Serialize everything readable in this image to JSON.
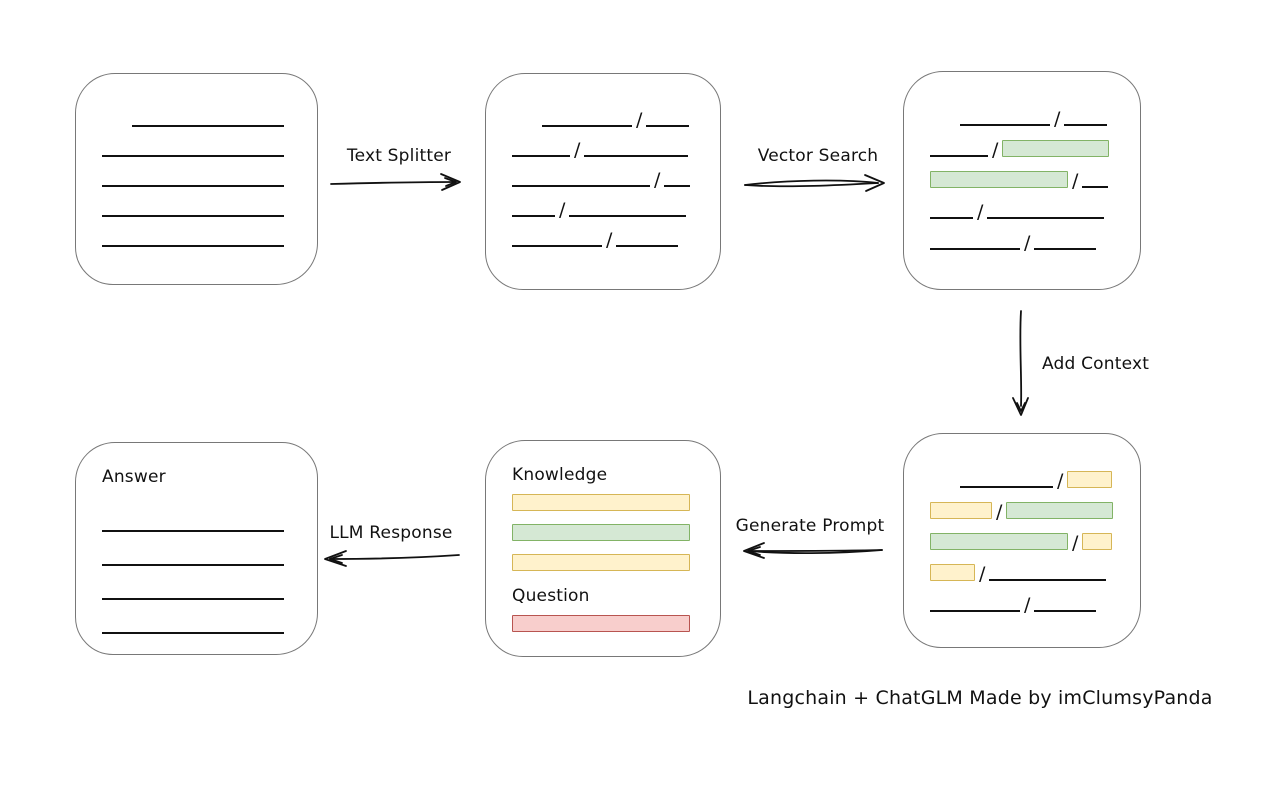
{
  "caption": "Langchain + ChatGLM Made by imClumsyPanda",
  "slash": "/",
  "colors": {
    "green_fill": "#d5e8d4",
    "green_border": "#82b366",
    "yellow_fill": "#fff2cc",
    "yellow_border": "#d6b656",
    "red_fill": "#f8cecc",
    "red_border": "#b85450",
    "box_border": "#787878",
    "line_color": "#111111"
  },
  "arrows": {
    "text_splitter": {
      "label": "Text Splitter",
      "direction": "right"
    },
    "vector_search": {
      "label": "Vector Search",
      "direction": "right"
    },
    "add_context": {
      "label": "Add Context",
      "direction": "down"
    },
    "generate_prompt": {
      "label": "Generate Prompt",
      "direction": "left"
    },
    "llm_response": {
      "label": "LLM Response",
      "direction": "left"
    }
  },
  "boxes": {
    "source_document": {
      "rows": [
        {
          "ind": 30,
          "segs": [
            {
              "k": "line",
              "w": 152
            }
          ]
        },
        {
          "segs": [
            {
              "k": "line",
              "w": 182
            }
          ]
        },
        {
          "segs": [
            {
              "k": "line",
              "w": 182
            }
          ]
        },
        {
          "segs": [
            {
              "k": "line",
              "w": 182
            }
          ]
        },
        {
          "segs": [
            {
              "k": "line",
              "w": 182
            }
          ]
        }
      ]
    },
    "split_chunks": {
      "rows": [
        {
          "ind": 30,
          "segs": [
            {
              "k": "line",
              "w": 90
            },
            {
              "k": "line",
              "w": 43
            }
          ]
        },
        {
          "segs": [
            {
              "k": "line",
              "w": 58
            },
            {
              "k": "line",
              "w": 104
            }
          ]
        },
        {
          "segs": [
            {
              "k": "line",
              "w": 138
            },
            {
              "k": "line",
              "w": 26
            }
          ]
        },
        {
          "segs": [
            {
              "k": "line",
              "w": 43
            },
            {
              "k": "line",
              "w": 117
            }
          ]
        },
        {
          "segs": [
            {
              "k": "line",
              "w": 90
            },
            {
              "k": "line",
              "w": 62
            }
          ]
        }
      ]
    },
    "matched_chunks": {
      "rows": [
        {
          "ind": 30,
          "segs": [
            {
              "k": "line",
              "w": 90
            },
            {
              "k": "line",
              "w": 43
            }
          ]
        },
        {
          "segs": [
            {
              "k": "line",
              "w": 58
            },
            {
              "k": "rect",
              "c": "green",
              "w": 107
            }
          ]
        },
        {
          "segs": [
            {
              "k": "rect",
              "c": "green",
              "w": 138
            },
            {
              "k": "line",
              "w": 26
            }
          ]
        },
        {
          "segs": [
            {
              "k": "line",
              "w": 43
            },
            {
              "k": "line",
              "w": 117
            }
          ]
        },
        {
          "segs": [
            {
              "k": "line",
              "w": 90
            },
            {
              "k": "line",
              "w": 62
            }
          ]
        }
      ]
    },
    "context_chunks": {
      "rows": [
        {
          "ind": 30,
          "segs": [
            {
              "k": "line",
              "w": 93
            },
            {
              "k": "rect",
              "c": "yellow",
              "w": 45
            }
          ]
        },
        {
          "segs": [
            {
              "k": "rect",
              "c": "yellow",
              "w": 62
            },
            {
              "k": "rect",
              "c": "green",
              "w": 107
            }
          ]
        },
        {
          "segs": [
            {
              "k": "rect",
              "c": "green",
              "w": 138
            },
            {
              "k": "rect",
              "c": "yellow",
              "w": 30
            }
          ]
        },
        {
          "segs": [
            {
              "k": "rect",
              "c": "yellow",
              "w": 45
            },
            {
              "k": "line",
              "w": 117
            }
          ]
        },
        {
          "segs": [
            {
              "k": "line",
              "w": 90
            },
            {
              "k": "line",
              "w": 62
            }
          ]
        }
      ]
    },
    "prompt": {
      "knowledge_label": "Knowledge",
      "question_label": "Question",
      "knowledge_bars": [
        "yellow",
        "green",
        "yellow"
      ],
      "question_bars": [
        "red"
      ]
    },
    "answer": {
      "label": "Answer",
      "rows": [
        {
          "segs": [
            {
              "k": "line",
              "w": 182
            }
          ]
        },
        {
          "segs": [
            {
              "k": "line",
              "w": 182
            }
          ]
        },
        {
          "segs": [
            {
              "k": "line",
              "w": 182
            }
          ]
        },
        {
          "segs": [
            {
              "k": "line",
              "w": 182
            }
          ]
        }
      ]
    }
  }
}
